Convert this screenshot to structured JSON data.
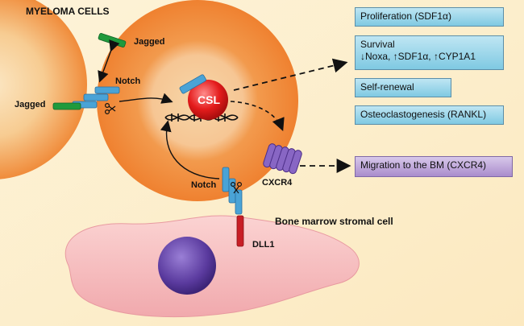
{
  "labels": {
    "myeloma_cells": "MYELOMA CELLS",
    "jagged_top": "Jagged",
    "jagged_left": "Jagged",
    "notch_top": "Notch",
    "csl": "CSL",
    "notch_bottom": "Notch",
    "cxcr4": "CXCR4",
    "stromal_cell": "Bone marrow stromal cell",
    "dll1": "DLL1"
  },
  "outcomes": [
    {
      "text": "Proliferation (SDF1α)"
    },
    {
      "title": "Survival",
      "detail": "↓Noxa, ↑SDF1α, ↑CYP1A1"
    },
    {
      "text": "Self-renewal"
    },
    {
      "text": "Osteoclastogenesis (RANKL)"
    }
  ],
  "migration": {
    "text": "Migration to the BM (CXCR4)"
  },
  "colors": {
    "background": "#fdf0cf",
    "cell_orange": "#f08a3c",
    "csl_red": "#e01b1b",
    "outcome_box": "#9fd7ea",
    "migration_box": "#b8a2d8",
    "stromal_pink": "#f3b6b8",
    "nucleus_purple": "#5b3a9e",
    "notch_blue": "#4aa3d6",
    "jagged_green": "#1f9a3c",
    "dll1_red": "#c81e25"
  },
  "icons": [
    "scissors-icon",
    "dna-helix-icon",
    "cxcr4-receptor-icon"
  ]
}
